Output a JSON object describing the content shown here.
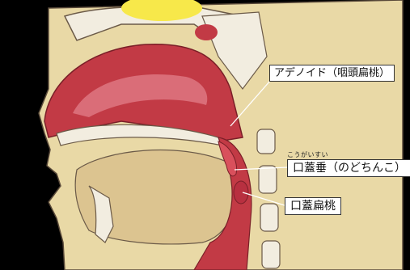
{
  "labels": {
    "adenoid": "アデノイド（咽頭扁桃）",
    "uvula": "口蓋垂（のどちんこ）",
    "uvula_ruby": "こうがいすい",
    "tonsil": "口蓋扁桃"
  },
  "colors": {
    "background": "#000000",
    "skin": "#e9d9a6",
    "flesh": "#c23a45",
    "bone": "#f2ede0",
    "label_bg": "#ffffff"
  }
}
